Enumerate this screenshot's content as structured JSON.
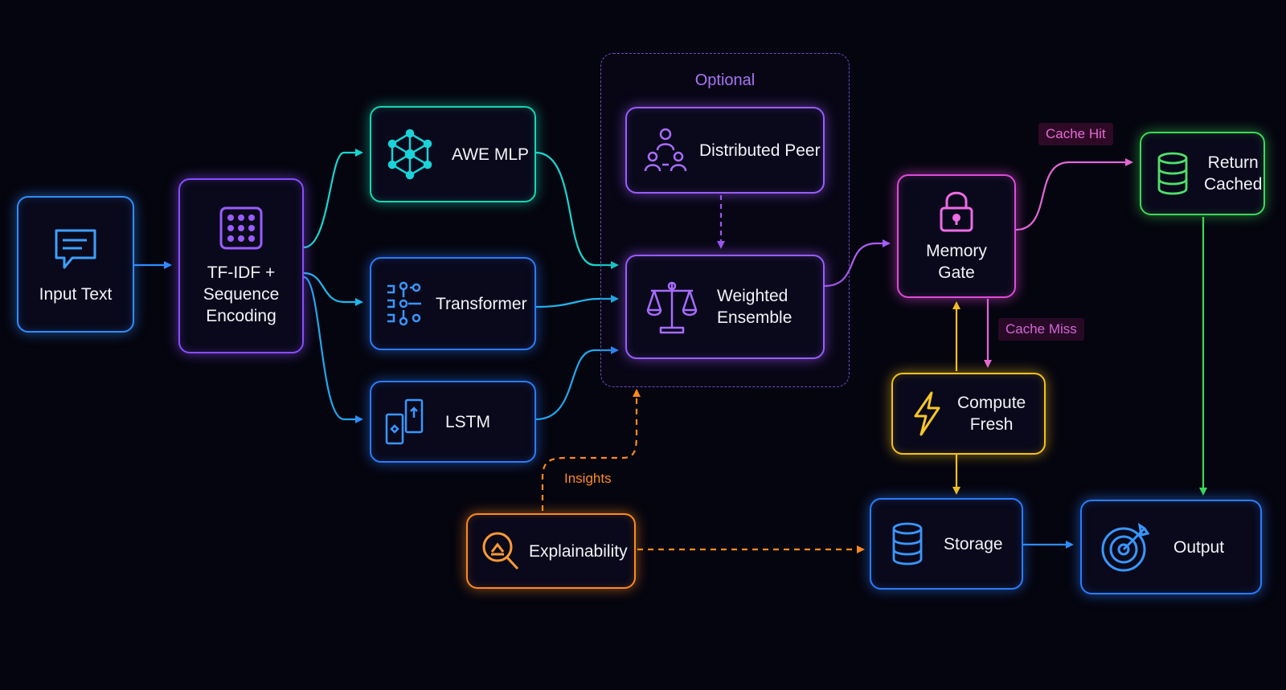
{
  "group": {
    "optional_title": "Optional"
  },
  "nodes": {
    "input_text": {
      "label": "Input Text",
      "icon": "chat-icon",
      "color": "#2f8dff"
    },
    "tfidf": {
      "lines": [
        "TF-IDF +",
        "Sequence",
        "Encoding"
      ],
      "icon": "grid-dots-icon",
      "color": "#8a4dff"
    },
    "awe_mlp": {
      "label": "AWE MLP",
      "icon": "network-icon",
      "color": "#16d7b2"
    },
    "transformer": {
      "label": "Transformer",
      "icon": "sliders-icon",
      "color": "#2a7cff"
    },
    "lstm": {
      "label": "LSTM",
      "icon": "cells-icon",
      "color": "#2a7cff"
    },
    "distributed_peer": {
      "label": "Distributed Peer",
      "icon": "peers-icon",
      "color": "#9b5cff"
    },
    "weighted_ensemble": {
      "lines": [
        "Weighted",
        "Ensemble"
      ],
      "icon": "scale-icon",
      "color": "#9b5cff"
    },
    "memory_gate": {
      "lines": [
        "Memory",
        "Gate"
      ],
      "icon": "lock-icon",
      "color": "#e04ad8"
    },
    "return_cached": {
      "lines": [
        "Return",
        "Cached"
      ],
      "icon": "database-icon",
      "color": "#3dd957"
    },
    "compute_fresh": {
      "lines": [
        "Compute",
        "Fresh"
      ],
      "icon": "lightning-icon",
      "color": "#f5c21b"
    },
    "storage": {
      "label": "Storage",
      "icon": "database-icon",
      "color": "#2a7cff"
    },
    "output": {
      "label": "Output",
      "icon": "target-icon",
      "color": "#2a7cff"
    },
    "explainability": {
      "label": "Explainability",
      "icon": "magnifier-icon",
      "color": "#ff8a1f"
    }
  },
  "edge_labels": {
    "cache_hit": "Cache Hit",
    "cache_miss": "Cache Miss",
    "insights": "Insights"
  },
  "colors": {
    "background": "#05050f",
    "cache_hit": "#e66ad2",
    "cache_miss": "#d266d6",
    "insights": "#ff8a1f"
  }
}
